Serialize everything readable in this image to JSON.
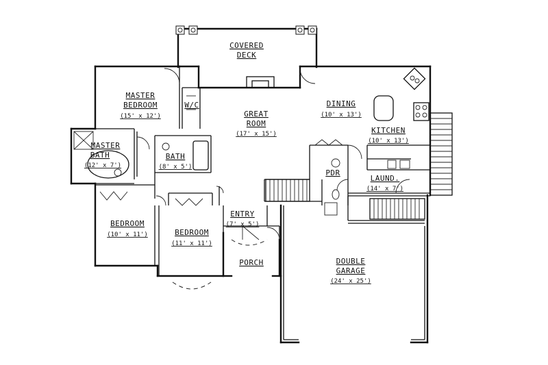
{
  "rooms": {
    "covered_deck": {
      "name_line1": "COVERED",
      "name_line2": "DECK"
    },
    "master_bedroom": {
      "name_line1": "MASTER",
      "name_line2": "BEDROOM",
      "size": "(15' x 12')"
    },
    "wic": {
      "name": "W/C"
    },
    "great_room": {
      "name_line1": "GREAT",
      "name_line2": "ROOM",
      "size": "(17' x 15')"
    },
    "dining": {
      "name": "DINING",
      "size": "(10' x 13')"
    },
    "kitchen": {
      "name": "KITCHEN",
      "size": "(10' x 13')"
    },
    "master_bath": {
      "name_line1": "MASTER",
      "name_line2": "BATH",
      "size": "(12' x 7')"
    },
    "bath": {
      "name": "BATH",
      "size": "(8' x 5')"
    },
    "pdr": {
      "name": "PDR"
    },
    "laundry": {
      "name": "LAUND.",
      "size": "(14' x 7')"
    },
    "entry": {
      "name": "ENTRY",
      "size": "(7' x 5')"
    },
    "bedroom_1": {
      "name": "BEDROOM",
      "size": "(10' x 11')"
    },
    "bedroom_2": {
      "name": "BEDROOM",
      "size": "(11' x 11')"
    },
    "porch": {
      "name": "PORCH"
    },
    "double_garage": {
      "name_line1": "DOUBLE",
      "name_line2": "GARAGE",
      "size": "(24' x 25')"
    }
  }
}
